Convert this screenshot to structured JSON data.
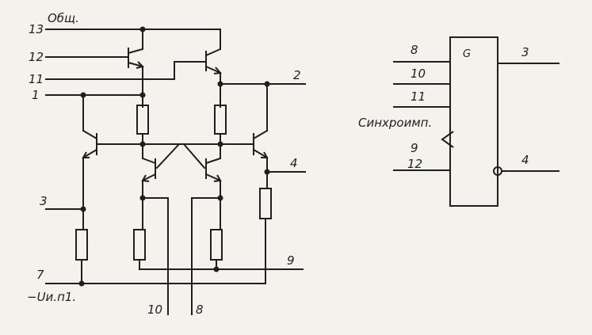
{
  "schematic": {
    "pins": {
      "p13": "13",
      "p13_name": "Общ.",
      "p12": "12",
      "p11": "11",
      "p1": "1",
      "p2": "2",
      "p4": "4",
      "p3": "3",
      "p9": "9",
      "p7": "7",
      "p7_name": "−Uи.п1.",
      "p10": "10",
      "p8": "8"
    }
  },
  "symbol": {
    "function_label": "G",
    "inputs": [
      "8",
      "10",
      "11",
      "9",
      "12"
    ],
    "sync_label": "Синхроимп.",
    "outputs": [
      "3",
      "4"
    ]
  },
  "colors": {
    "ink": "#1f1f1f",
    "paper": "#f3f2ed"
  }
}
